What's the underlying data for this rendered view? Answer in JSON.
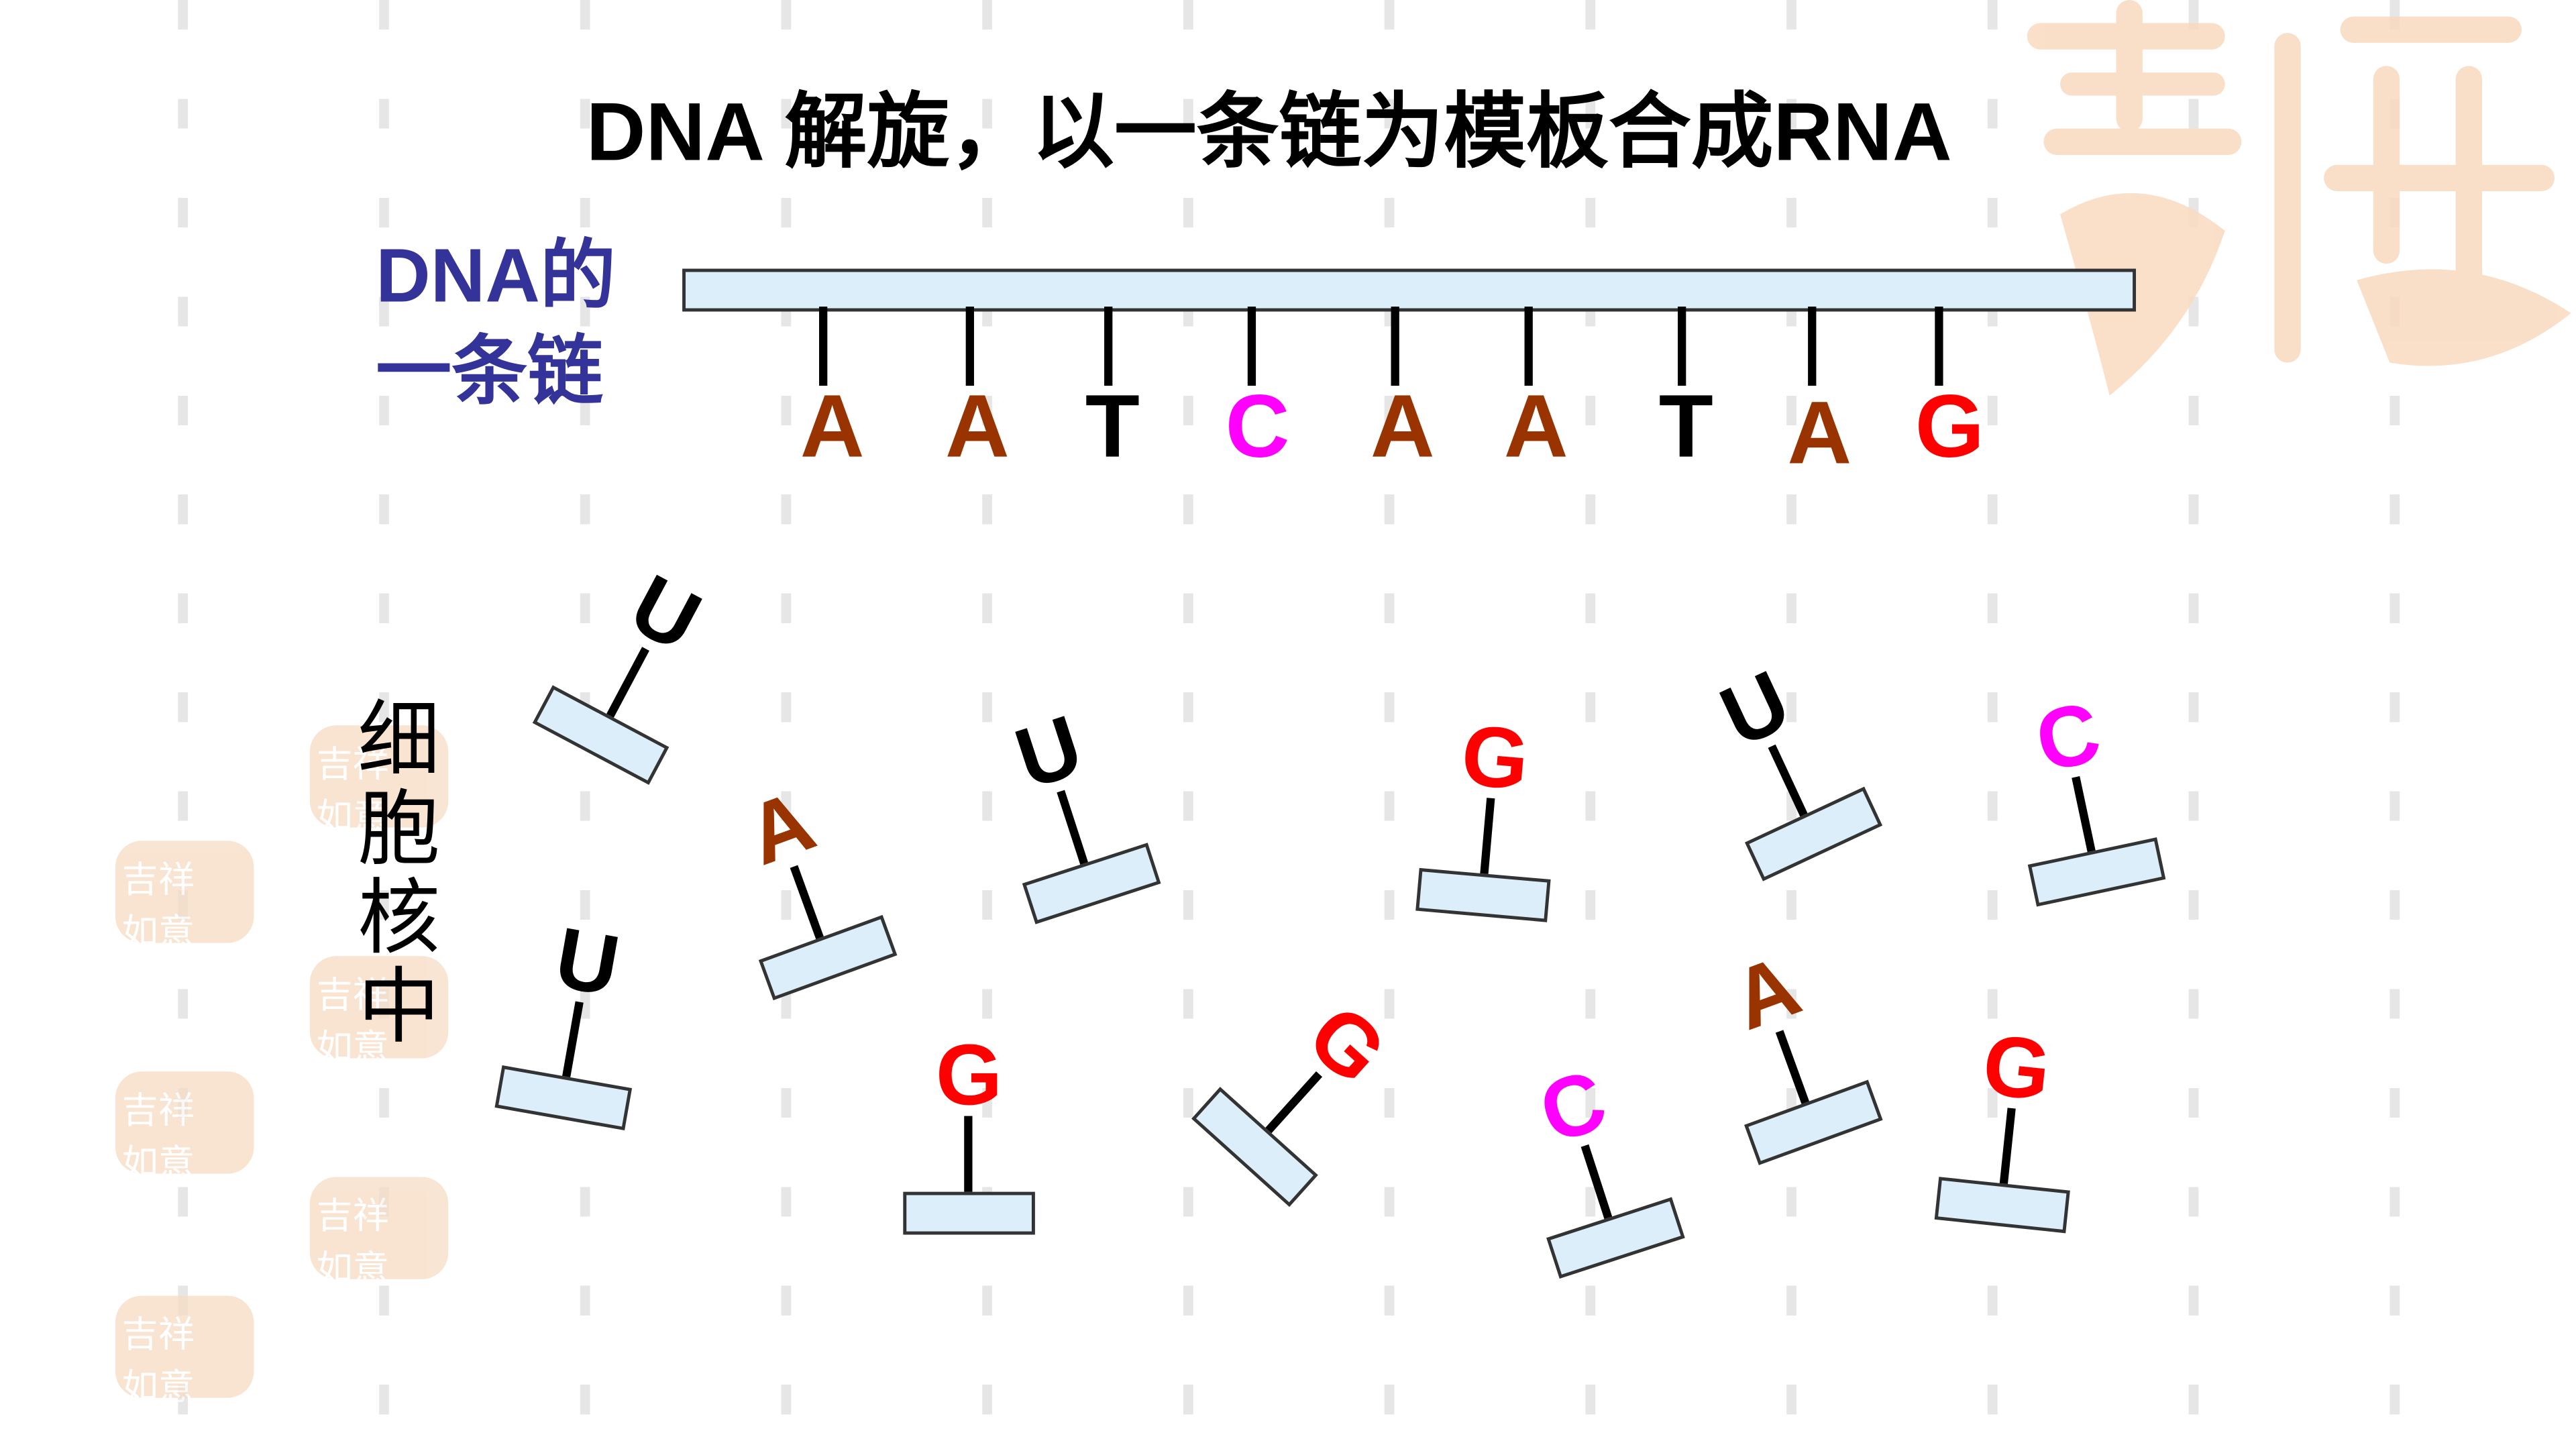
{
  "title": "DNA 解旋，以一条链为模板合成RNA",
  "dna_strand_label": [
    "DNA的",
    "一条链"
  ],
  "template_bases": [
    {
      "letter": "A",
      "color": "#993300"
    },
    {
      "letter": "A",
      "color": "#993300"
    },
    {
      "letter": "T",
      "color": "#000000"
    },
    {
      "letter": "C",
      "color": "#ff00ff"
    },
    {
      "letter": "A",
      "color": "#993300"
    },
    {
      "letter": "A",
      "color": "#993300"
    },
    {
      "letter": "T",
      "color": "#000000"
    },
    {
      "letter": "A",
      "color": "#993300"
    },
    {
      "letter": "G",
      "color": "#ff0000"
    }
  ],
  "nucleus_label": [
    "细",
    "胞",
    "核",
    "中"
  ],
  "free_nucleotides": [
    {
      "letter": "U",
      "color": "#000000"
    },
    {
      "letter": "A",
      "color": "#993300"
    },
    {
      "letter": "U",
      "color": "#000000"
    },
    {
      "letter": "G",
      "color": "#ff0000"
    },
    {
      "letter": "U",
      "color": "#000000"
    },
    {
      "letter": "C",
      "color": "#ff00ff"
    },
    {
      "letter": "U",
      "color": "#000000"
    },
    {
      "letter": "G",
      "color": "#ff0000"
    },
    {
      "letter": "G",
      "color": "#ff0000"
    },
    {
      "letter": "C",
      "color": "#ff00ff"
    },
    {
      "letter": "A",
      "color": "#993300"
    },
    {
      "letter": "G",
      "color": "#ff0000"
    }
  ],
  "seal_text": [
    "吉",
    "祥",
    "如",
    "意"
  ],
  "colors": {
    "label_blue": "#333399",
    "strand_fill": "#dbeef9",
    "seal_peach": "#f7dcc4"
  }
}
